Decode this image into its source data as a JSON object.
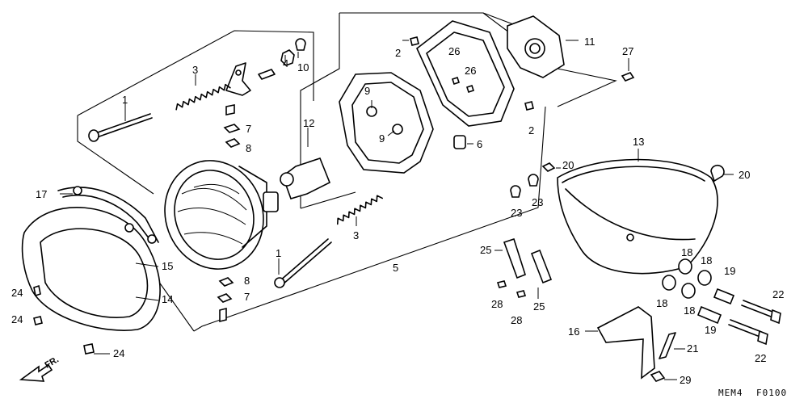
{
  "diagram": {
    "labels": {
      "p1a": "1",
      "p1b": "1",
      "p2a": "2",
      "p2b": "2",
      "p3a": "3",
      "p3b": "3",
      "p4": "4",
      "p5": "5",
      "p6": "6",
      "p7a": "7",
      "p7b": "7",
      "p8a": "8",
      "p8b": "8",
      "p9a": "9",
      "p9b": "9",
      "p10": "10",
      "p11": "11",
      "p12": "12",
      "p13": "13",
      "p14": "14",
      "p15": "15",
      "p16": "16",
      "p17": "17",
      "p18a": "18",
      "p18b": "18",
      "p18c": "18",
      "p18d": "18",
      "p19a": "19",
      "p19b": "19",
      "p20a": "20",
      "p20b": "20",
      "p21": "21",
      "p22a": "22",
      "p22b": "22",
      "p23a": "23",
      "p23b": "23",
      "p24a": "24",
      "p24b": "24",
      "p24c": "24",
      "p25a": "25",
      "p25b": "25",
      "p26a": "26",
      "p26b": "26",
      "p27": "27",
      "p28a": "28",
      "p28b": "28",
      "p29": "29"
    },
    "direction": "FR.",
    "code_left": "MEM4",
    "code_right": "F0100"
  }
}
